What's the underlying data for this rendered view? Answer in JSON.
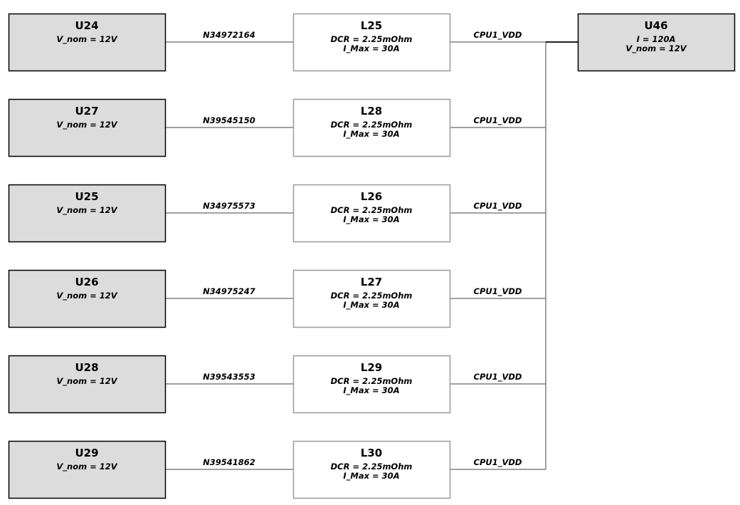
{
  "source_header": "U46",
  "channels": [
    {
      "source": {
        "name": "U24",
        "props": [
          "V_nom = 12V"
        ]
      },
      "input_net": "N34972164",
      "inductor": {
        "name": "L25",
        "props": [
          "DCR = 2.25mOhm",
          "I_Max = 30A"
        ]
      },
      "output_net": "CPU1_VDD"
    },
    {
      "source": {
        "name": "U27",
        "props": [
          "V_nom = 12V"
        ]
      },
      "input_net": "N39545150",
      "inductor": {
        "name": "L28",
        "props": [
          "DCR = 2.25mOhm",
          "I_Max = 30A"
        ]
      },
      "output_net": "CPU1_VDD"
    },
    {
      "source": {
        "name": "U25",
        "props": [
          "V_nom = 12V"
        ]
      },
      "input_net": "N34975573",
      "inductor": {
        "name": "L26",
        "props": [
          "DCR = 2.25mOhm",
          "I_Max = 30A"
        ]
      },
      "output_net": "CPU1_VDD"
    },
    {
      "source": {
        "name": "U26",
        "props": [
          "V_nom = 12V"
        ]
      },
      "input_net": "N34975247",
      "inductor": {
        "name": "L27",
        "props": [
          "DCR = 2.25mOhm",
          "I_Max = 30A"
        ]
      },
      "output_net": "CPU1_VDD"
    },
    {
      "source": {
        "name": "U28",
        "props": [
          "V_nom = 12V"
        ]
      },
      "input_net": "N39543553",
      "inductor": {
        "name": "L29",
        "props": [
          "DCR = 2.25mOhm",
          "I_Max = 30A"
        ]
      },
      "output_net": "CPU1_VDD"
    },
    {
      "source": {
        "name": "U29",
        "props": [
          "V_nom = 12V"
        ]
      },
      "input_net": "N39541862",
      "inductor": {
        "name": "L30",
        "props": [
          "DCR = 2.25mOhm",
          "I_Max = 30A"
        ]
      },
      "output_net": "CPU1_VDD"
    }
  ],
  "load": {
    "name": "U46",
    "props": [
      "I = 120A",
      "V_nom = 12V"
    ]
  },
  "colors": {
    "source_fill": "#dcdcdc",
    "source_stroke": "#000000",
    "inductor_fill": "#ffffff",
    "inductor_stroke": "#9a9a9a",
    "load_fill": "#dcdcdc",
    "load_stroke": "#000000",
    "wire": "#808080",
    "bus_wire": "#000000"
  }
}
